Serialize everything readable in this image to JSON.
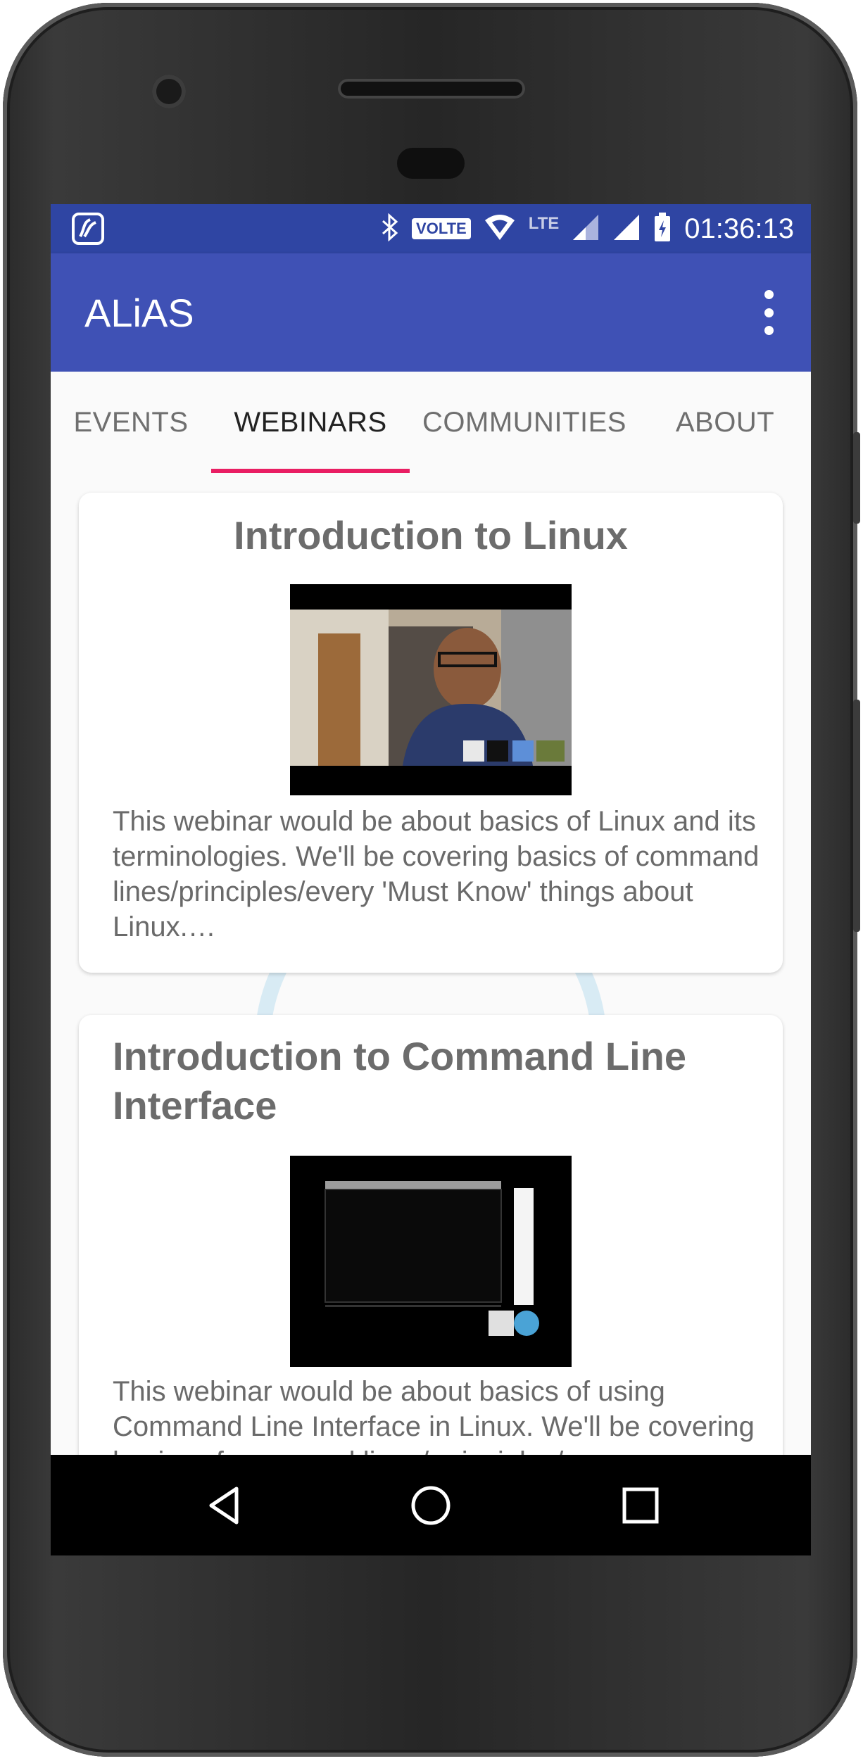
{
  "status_bar": {
    "volte": "VOLTE",
    "network": "LTE",
    "time": "01:36:13",
    "icons": [
      "app-icon",
      "bluetooth-icon",
      "wifi-icon",
      "signal-icon",
      "signal-icon",
      "battery-charging-icon"
    ]
  },
  "app_bar": {
    "title": "ALiAS",
    "menu_icon": "overflow-menu-icon"
  },
  "tabs": [
    {
      "label": "EVENTS"
    },
    {
      "label": "WEBINARS"
    },
    {
      "label": "COMMUNITIES"
    },
    {
      "label": "ABOUT"
    }
  ],
  "selected_tab": "WEBINARS",
  "webinars": [
    {
      "title": "Introduction to Linux",
      "description": "This webinar would be about basics of Linux and its terminologies. We'll be covering basics of command lines/principles/every 'Must Know' things about Linux.…"
    },
    {
      "title": "Introduction to Command Line Interface",
      "description": "This webinar would be about basics of using Command Line Interface in Linux. We'll be covering basics of command lines/ principles/"
    }
  ],
  "nav": {
    "back": "back-icon",
    "home": "home-icon",
    "recents": "recents-icon"
  },
  "colors": {
    "primary": "#3f51b5",
    "primary_dark": "#2f45a3",
    "accent": "#e91e63"
  }
}
